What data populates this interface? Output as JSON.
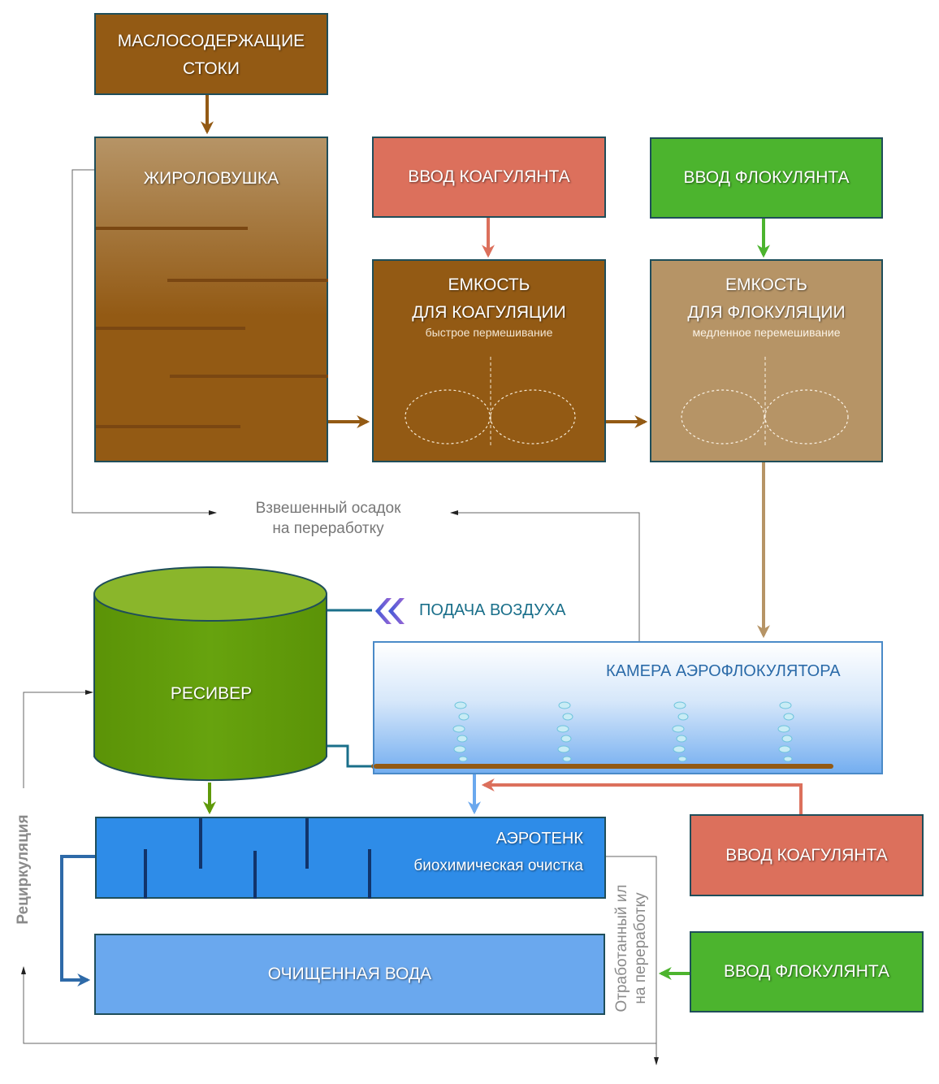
{
  "diagram": {
    "oily_waste": {
      "line1": "МАСЛОСОДЕРЖАЩИЕ",
      "line2": "СТОКИ"
    },
    "grease_trap": {
      "title": "ЖИРОЛОВУШКА"
    },
    "coagulant_input_top": {
      "label": "ВВОД КОАГУЛЯНТА"
    },
    "flocculant_input_top": {
      "label": "ВВОД ФЛОКУЛЯНТА"
    },
    "coagulation_tank": {
      "line1": "ЕМКОСТЬ",
      "line2": "ДЛЯ КОАГУЛЯЦИИ",
      "sub": "быстрое пермешивание"
    },
    "flocculation_tank": {
      "line1": "ЕМКОСТЬ",
      "line2": "ДЛЯ ФЛОКУЛЯЦИИ",
      "sub": "медленное перемешивание"
    },
    "sediment_label": {
      "line1": "Взвешенный осадок",
      "line2": "на переработку"
    },
    "receiver": {
      "label": "РЕСИВЕР"
    },
    "air_supply": {
      "label": "ПОДАЧА ВОЗДУХА"
    },
    "aeroflocculator_chamber": {
      "label": "КАМЕРА АЭРОФЛОКУЛЯТОРА"
    },
    "aerotank": {
      "title": "АЭРОТЕНК",
      "sub": "биохимическая очистка"
    },
    "coagulant_input_bottom": {
      "label": "ВВОД КОАГУЛЯНТА"
    },
    "flocculant_input_bottom": {
      "label": "ВВОД ФЛОКУЛЯНТА"
    },
    "purified_water": {
      "label": "ОЧИЩЕННАЯ ВОДА"
    },
    "recirculation": {
      "label": "Рециркуляция"
    },
    "spent_sludge": {
      "line1": "Отработанный ил",
      "line2": "на переработку"
    }
  },
  "colors": {
    "brown_dark": "#935a14",
    "brown_light": "#b69466",
    "coagulant_red": "#dc705c",
    "flocculant_green": "#4cb42e",
    "receiver_green": "#5f9a0a",
    "aerotank_blue": "#2e8ce8",
    "water_blue": "#6aa8ee",
    "line_gray": "#666666",
    "air_blue": "#1a6f8a"
  }
}
